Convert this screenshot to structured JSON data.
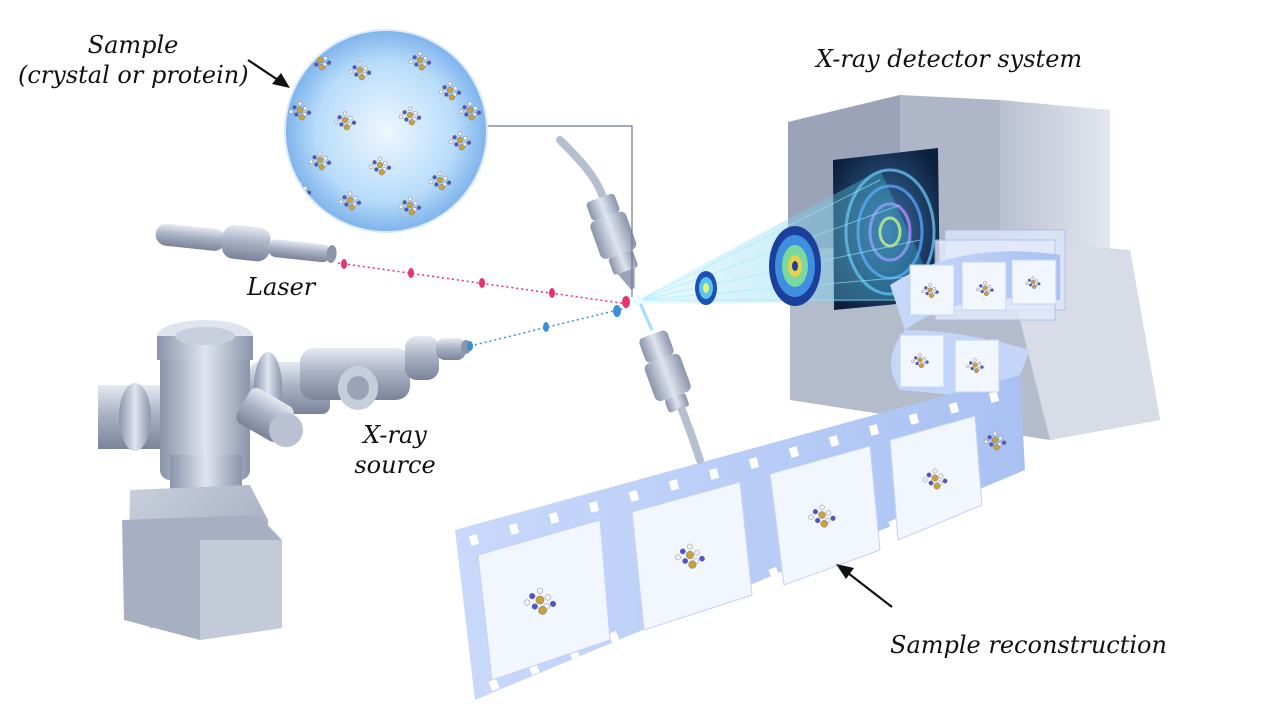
{
  "labels": {
    "sample_line1": "Sample",
    "sample_line2": "(crystal or protein)",
    "detector": "X-ray detector system",
    "laser": "Laser",
    "xray_line1": "X-ray",
    "xray_line2": "source",
    "reconstruction": "Sample reconstruction"
  },
  "colors": {
    "background": "#ffffff",
    "metal": "#a9b3c8",
    "metal_dark": "#7d879d",
    "metal_light": "#dfe4ef",
    "film": "#b9cdf5",
    "film_frame": "#eef3ff",
    "laser_pulse": "#e8336d",
    "xray_pulse": "#3b8fd9",
    "beam": "#39c6e6",
    "atom_gold": "#c9a33a",
    "atom_blue": "#5054c4",
    "atom_white": "#f2f2f2"
  },
  "icons": {
    "sample_to_label_arrow": "arrow-icon",
    "reconstruction_arrow": "arrow-icon"
  }
}
